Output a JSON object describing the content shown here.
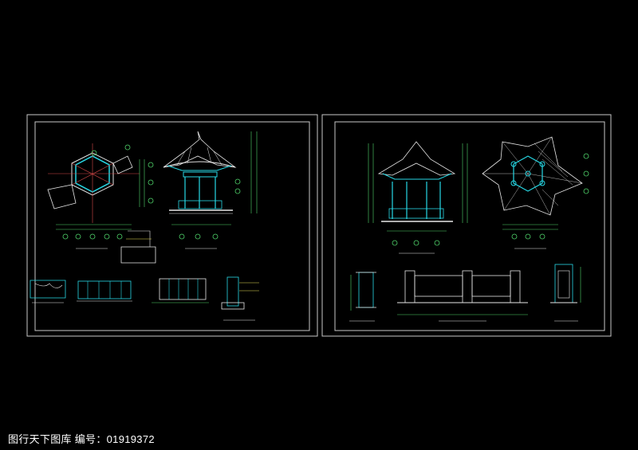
{
  "watermark": {
    "text": "图行天下图库",
    "id_label": "编号：01919372"
  },
  "colors": {
    "background": "#000000",
    "sheet_border": "#c8c8c8",
    "line_cyan": "#27d9e6",
    "line_white": "#e8e8e8",
    "line_green": "#4fd46a",
    "line_yellow": "#e6e05a",
    "line_red": "#d84a4a"
  },
  "sheets": [
    {
      "name": "sheet-left",
      "drawings": [
        "hexagon-plan",
        "pavilion-elevation",
        "detail-plan",
        "railing-elevation-a",
        "railing-elevation-b",
        "railing-elevation-c",
        "column-section"
      ]
    },
    {
      "name": "sheet-right",
      "drawings": [
        "pavilion-section",
        "roof-plan",
        "column-detail",
        "railing-elevation-long",
        "railing-section"
      ]
    }
  ]
}
